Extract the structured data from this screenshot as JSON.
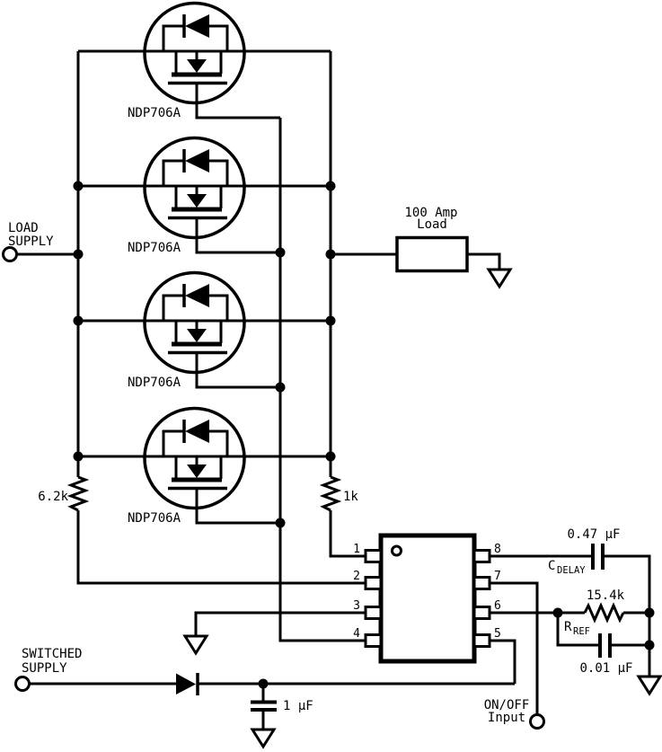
{
  "schematic": {
    "colors": {
      "ink": "#000000",
      "paper": "#ffffff"
    },
    "terminals": {
      "load_supply": {
        "line1": "LOAD",
        "line2": "SUPPLY"
      },
      "switched_supply": {
        "line1": "SWITCHED",
        "line2": "SUPPLY"
      },
      "on_off_input": {
        "line1": "ON/OFF",
        "line2": "Input"
      }
    },
    "transistors": [
      {
        "name": "NDP706A"
      },
      {
        "name": "NDP706A"
      },
      {
        "name": "NDP706A"
      },
      {
        "name": "NDP706A"
      }
    ],
    "load": {
      "line1": "100 Amp",
      "line2": "Load"
    },
    "resistors": {
      "gate_pullup": "6.2k",
      "sense": "1k",
      "ref": "15.4k"
    },
    "capacitors": {
      "delay": "0.47 µF",
      "ref": "0.01 µF",
      "supply": "1 µF"
    },
    "ref_designators": {
      "c_delay": {
        "main": "C",
        "sub": "DELAY"
      },
      "r_ref": {
        "main": "R",
        "sub": "REF"
      }
    },
    "ic": {
      "left_pins": [
        "1",
        "2",
        "3",
        "4"
      ],
      "right_pins": [
        "8",
        "7",
        "6",
        "5"
      ]
    }
  }
}
